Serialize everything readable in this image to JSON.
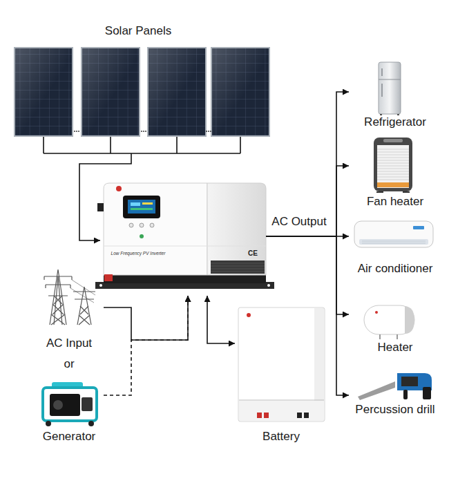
{
  "diagram": {
    "nodes": [
      {
        "text": [
          "Solar Panels"
        ]
      },
      {
        "text": [
          "Low Frequency PV Inverter",
          "CE"
        ]
      },
      {
        "text": [
          "Refrigerator"
        ]
      },
      {
        "text": [
          "Fan heater"
        ]
      },
      {
        "text": [
          "Air conditioner"
        ]
      },
      {
        "text": [
          "Heater"
        ]
      },
      {
        "text": [
          "Percussion drill"
        ]
      },
      {
        "text": [
          "AC Input"
        ]
      },
      {
        "text": [
          "Generator"
        ]
      },
      {
        "text": [
          "Battery"
        ]
      }
    ],
    "edges": [
      {
        "from": 0,
        "to": 1,
        "arrow": "to"
      },
      {
        "from": 7,
        "to": 1,
        "arrow": "to"
      },
      {
        "from": 8,
        "to": 1,
        "arrow": "to"
      },
      {
        "from": 9,
        "to": 1,
        "arrow": "both"
      },
      {
        "from": 1,
        "to": 2,
        "arrow": "to"
      },
      {
        "from": 1,
        "to": 3,
        "arrow": "to"
      },
      {
        "from": 1,
        "to": 4,
        "arrow": "to"
      },
      {
        "from": 1,
        "to": 5,
        "arrow": "to"
      },
      {
        "from": 1,
        "to": 6,
        "arrow": "to"
      }
    ],
    "labels": [
      "AC Output",
      "or"
    ]
  }
}
